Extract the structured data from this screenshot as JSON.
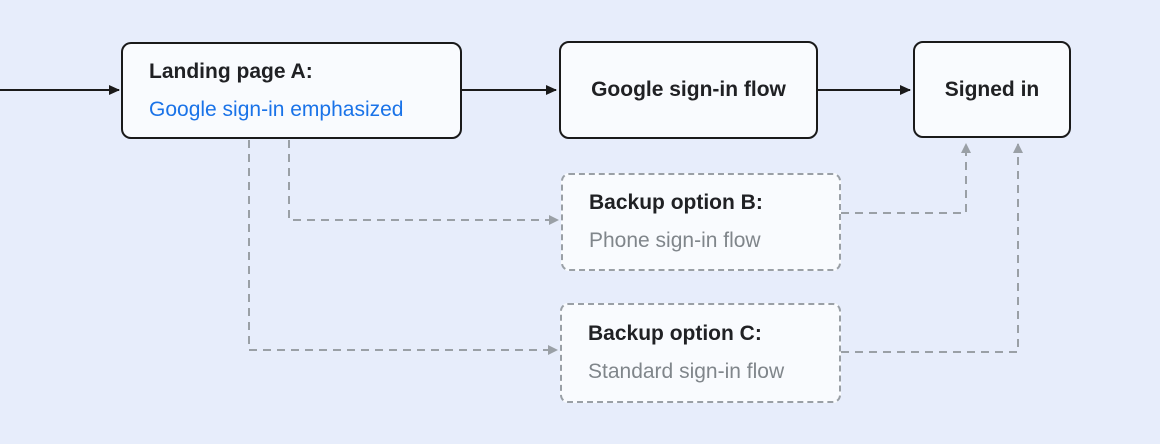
{
  "diagram": {
    "type": "flowchart",
    "background_color": "#e7edfb",
    "node_fill_color": "#f9fbfe",
    "solid_border_color": "#1a1a1a",
    "dashed_border_color": "#9aa0a6",
    "accent_blue": "#1a73e8",
    "muted_gray_text": "#80868b",
    "title_text_color": "#202124"
  },
  "nodes": {
    "landing_a": {
      "title": "Landing page A:",
      "subtitle": "Google sign-in emphasized"
    },
    "google_flow": {
      "label": "Google sign-in flow"
    },
    "signed_in": {
      "label": "Signed in"
    },
    "backup_b": {
      "title": "Backup option B:",
      "subtitle": "Phone sign-in flow"
    },
    "backup_c": {
      "title": "Backup option C:",
      "subtitle": "Standard sign-in flow"
    }
  },
  "edges": [
    {
      "from": "start",
      "to": "landing_a",
      "style": "solid"
    },
    {
      "from": "landing_a",
      "to": "google_flow",
      "style": "solid"
    },
    {
      "from": "google_flow",
      "to": "signed_in",
      "style": "solid"
    },
    {
      "from": "landing_a",
      "to": "backup_b",
      "style": "dashed"
    },
    {
      "from": "landing_a",
      "to": "backup_c",
      "style": "dashed"
    },
    {
      "from": "backup_b",
      "to": "signed_in",
      "style": "dashed"
    },
    {
      "from": "backup_c",
      "to": "signed_in",
      "style": "dashed"
    }
  ]
}
